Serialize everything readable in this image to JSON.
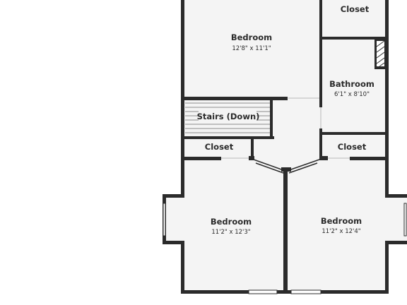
{
  "rooms": {
    "bedroom_top": {
      "name": "Bedroom",
      "dims": "12'8\" x 11'1\""
    },
    "closet_top_right": {
      "name": "Closet"
    },
    "bathroom": {
      "name": "Bathroom",
      "dims": "6'1\" x 8'10\""
    },
    "stairs": {
      "name": "Stairs (Down)"
    },
    "closet_left": {
      "name": "Closet"
    },
    "closet_right": {
      "name": "Closet"
    },
    "bedroom_bottom_left": {
      "name": "Bedroom",
      "dims": "11'2\" x 12'3\""
    },
    "bedroom_bottom_right": {
      "name": "Bedroom",
      "dims": "11'2\" x 12'4\""
    }
  },
  "colors": {
    "wall": "#2b2b2b",
    "floor": "#f4f4f4",
    "background": "#ffffff"
  }
}
